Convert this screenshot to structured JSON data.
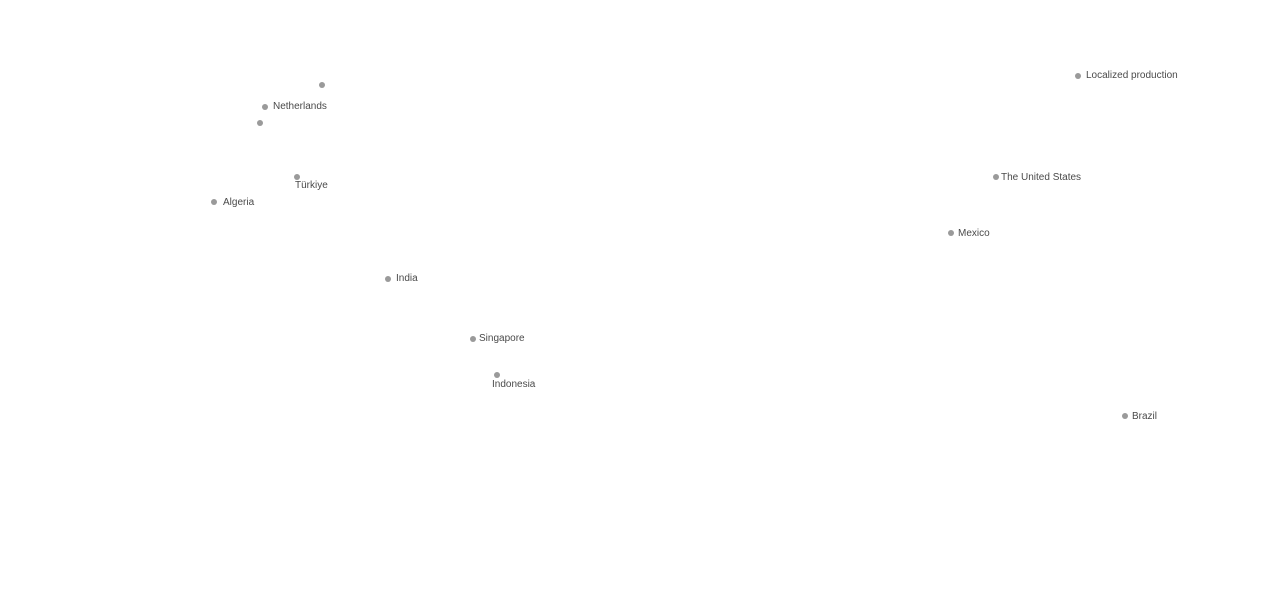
{
  "points": {
    "netherlands": "Netherlands",
    "turkiye": "Türkiye",
    "algeria": "Algeria",
    "india": "India",
    "singapore": "Singapore",
    "indonesia": "Indonesia",
    "mexico": "Mexico",
    "united_states": "The United States",
    "localized_production": "Localized production",
    "brazil": "Brazil"
  },
  "colors": {
    "dot": "#9a9a9a",
    "label": "#4a4a4a"
  }
}
